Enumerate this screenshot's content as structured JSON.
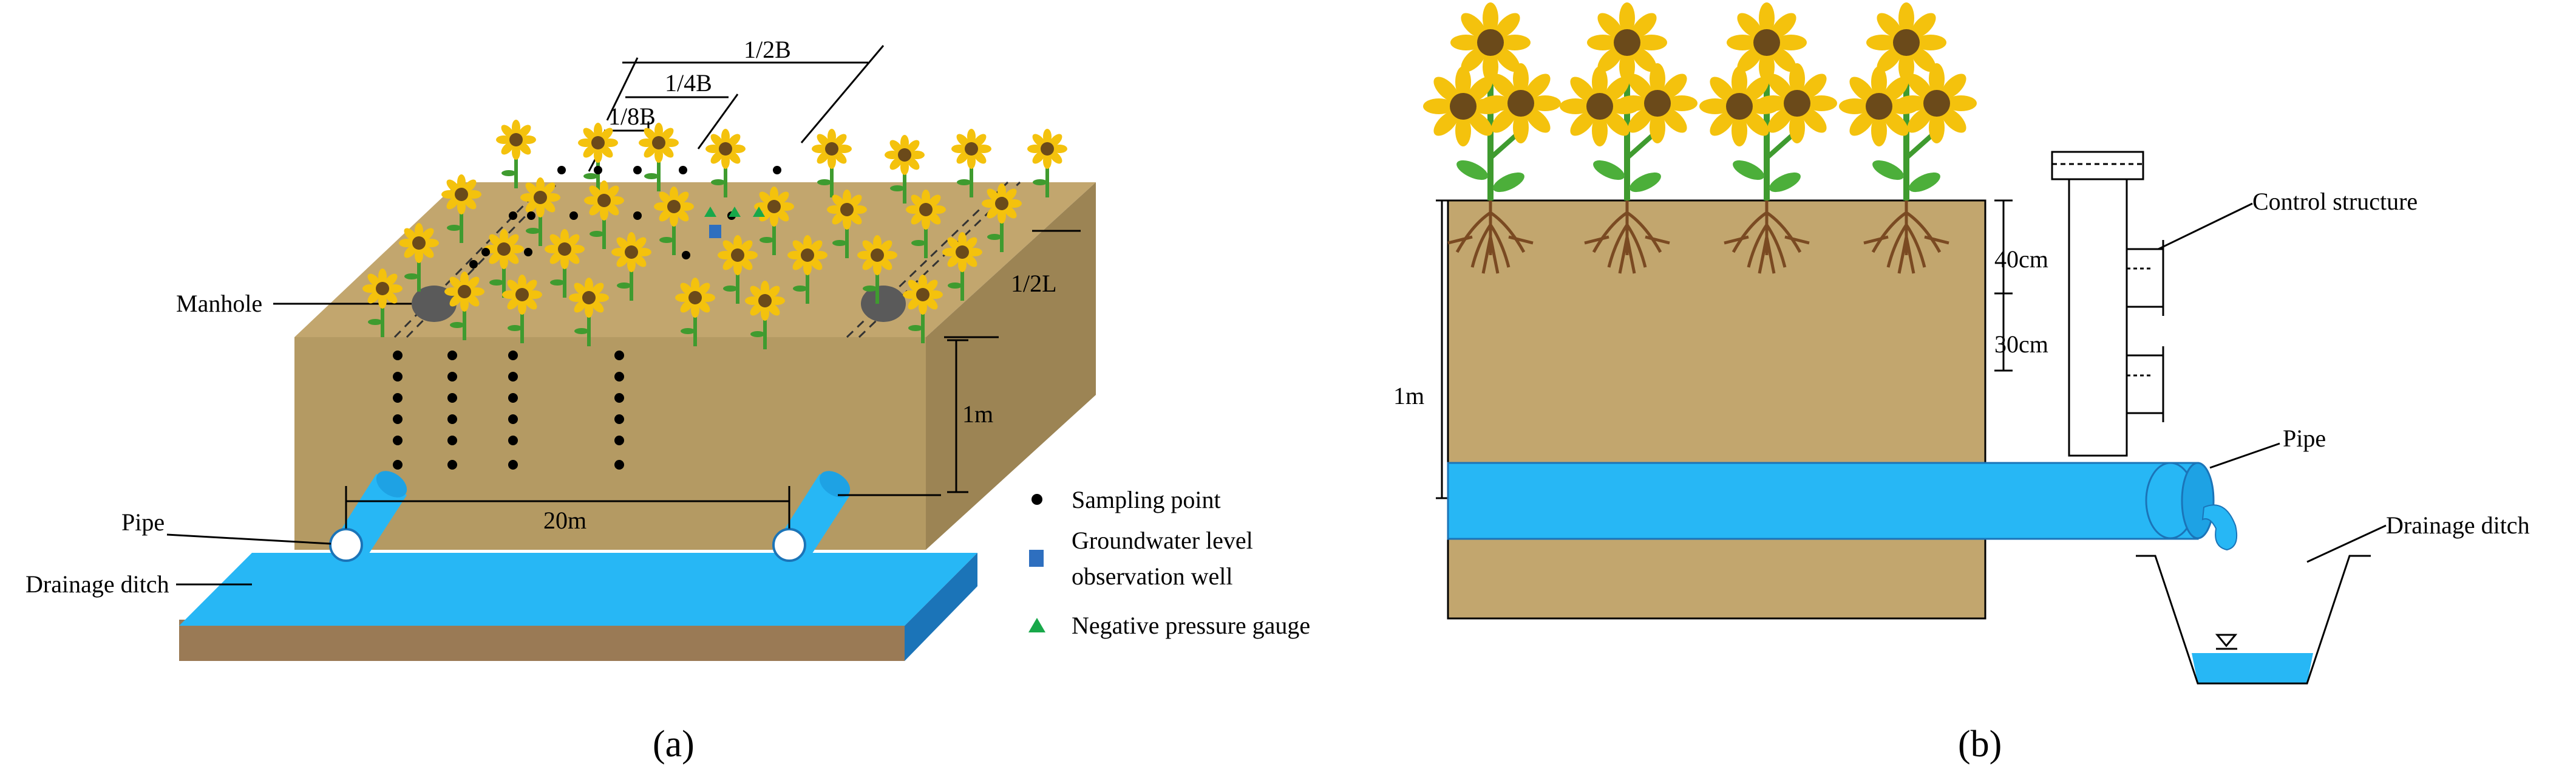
{
  "colors": {
    "soil_top": "#c2a66e",
    "soil_front": "#b49a63",
    "soil_side": "#9c8454",
    "water": "#27b7f5",
    "water_dark": "#1b74b8",
    "ditch_earth": "#9a7a55",
    "point": "#000000",
    "well": "#2e6fbf",
    "gauge": "#18a84a",
    "manhole": "#5a5a5a",
    "petal": "#f4c20d",
    "seed": "#6b4a1a",
    "stem": "#3f9b2f"
  },
  "panel_a": {
    "caption": "(a)",
    "labels": {
      "half_b": "1/2B",
      "quarter_b": "1/4B",
      "eighth_b": "1/8B",
      "half_l": "1/2L",
      "depth": "1m",
      "spacing": "20m",
      "manhole": "Manhole",
      "pipe": "Pipe",
      "drainage_ditch": "Drainage ditch"
    },
    "legend": {
      "sampling_point": "Sampling point",
      "well_line1": "Groundwater level",
      "well_line2": "observation well",
      "gauge": "Negative pressure gauge"
    }
  },
  "panel_b": {
    "caption": "(b)",
    "labels": {
      "control_structure": "Control structure",
      "depth_40": "40cm",
      "depth_30": "30cm",
      "depth_total": "1m",
      "pipe": "Pipe",
      "drainage_ditch": "Drainage ditch"
    }
  }
}
